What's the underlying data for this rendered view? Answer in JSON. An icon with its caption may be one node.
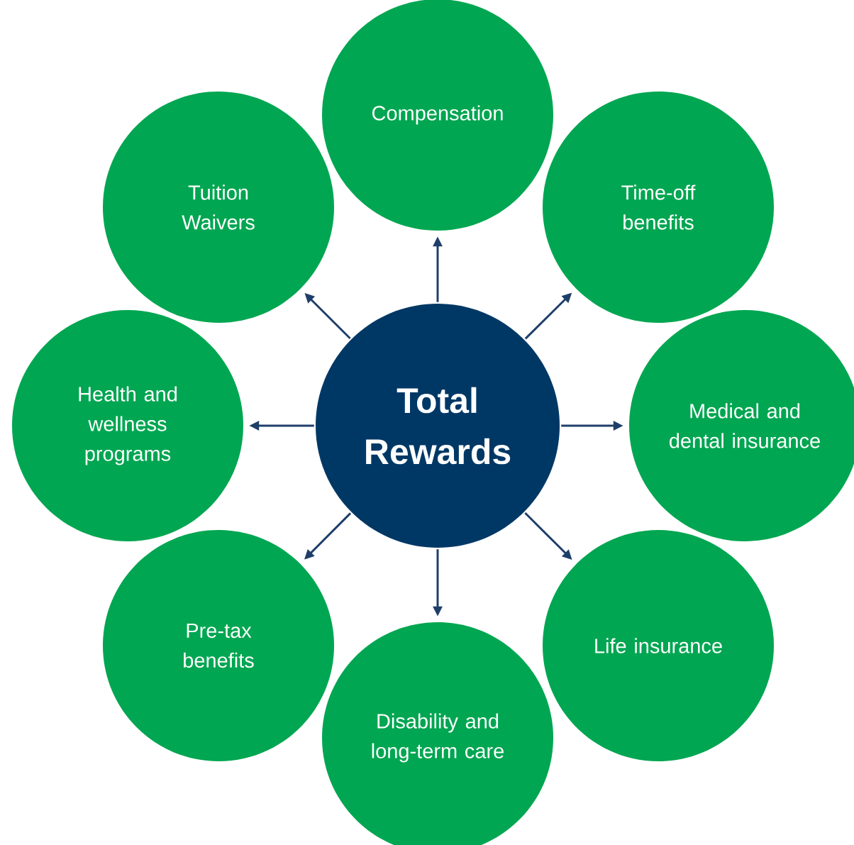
{
  "diagram": {
    "nodes": [
      {
        "text": [
          "Total Rewards"
        ]
      },
      {
        "text": [
          "Compensation"
        ]
      },
      {
        "text": [
          "Time-off benefits"
        ]
      },
      {
        "text": [
          "Medical and dental insurance"
        ]
      },
      {
        "text": [
          "Life insurance"
        ]
      },
      {
        "text": [
          "Disability and long-term care"
        ]
      },
      {
        "text": [
          "Pre-tax benefits"
        ]
      },
      {
        "text": [
          "Health and wellness programs"
        ]
      },
      {
        "text": [
          "Tuition Waivers"
        ]
      }
    ],
    "edges": [
      {
        "from": 0,
        "to": 1,
        "arrow": "to"
      },
      {
        "from": 0,
        "to": 2,
        "arrow": "to"
      },
      {
        "from": 0,
        "to": 3,
        "arrow": "to"
      },
      {
        "from": 0,
        "to": 4,
        "arrow": "to"
      },
      {
        "from": 0,
        "to": 5,
        "arrow": "to"
      },
      {
        "from": 0,
        "to": 6,
        "arrow": "to"
      },
      {
        "from": 0,
        "to": 7,
        "arrow": "to"
      },
      {
        "from": 0,
        "to": 8,
        "arrow": "to"
      }
    ]
  }
}
